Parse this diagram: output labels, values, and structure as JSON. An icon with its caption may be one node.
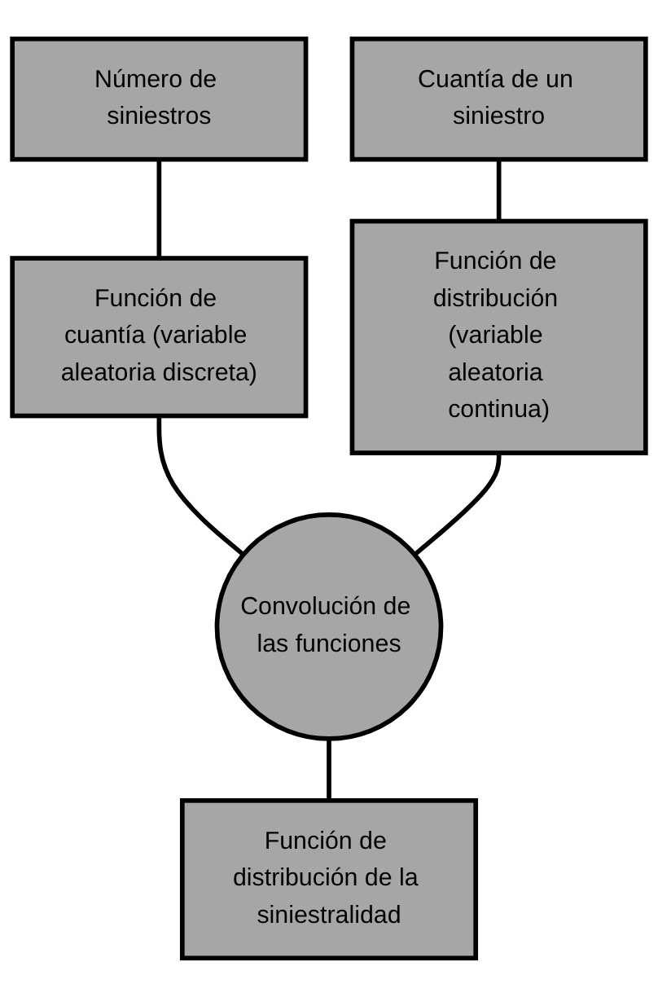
{
  "diagram": {
    "nodes": [
      {
        "text": [
          "Número de siniestros"
        ]
      },
      {
        "text": [
          "Cuantía de un siniestro"
        ]
      },
      {
        "text": [
          "Función de cuantía (variable aleatoria discreta)"
        ]
      },
      {
        "text": [
          "Función de distribución (variable aleatoria continua)"
        ]
      },
      {
        "text": [
          "Convolución de las funciones"
        ]
      },
      {
        "text": [
          "Función de distribución de la siniestralidad"
        ]
      }
    ],
    "edges": [
      {
        "from": 0,
        "to": 2,
        "arrow": "none"
      },
      {
        "from": 1,
        "to": 3,
        "arrow": "none"
      },
      {
        "from": 2,
        "to": 4,
        "arrow": "none"
      },
      {
        "from": 3,
        "to": 4,
        "arrow": "none"
      },
      {
        "from": 4,
        "to": 5,
        "arrow": "none"
      }
    ]
  }
}
